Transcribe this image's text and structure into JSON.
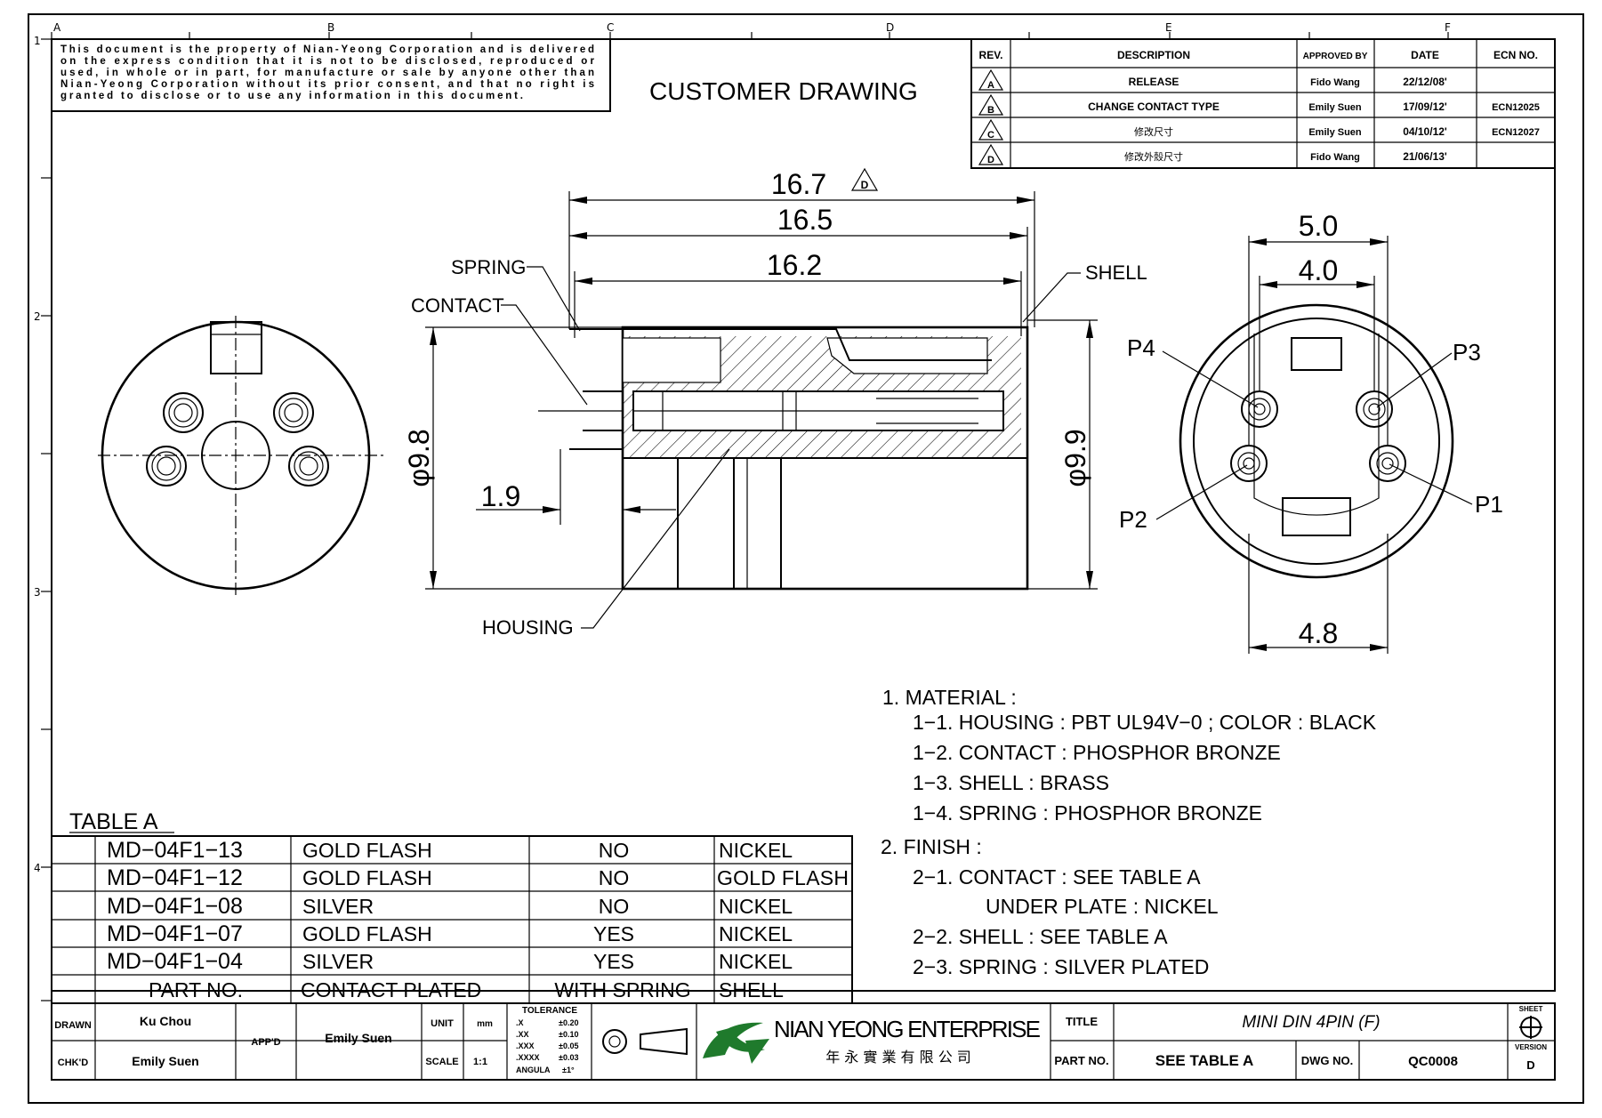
{
  "frame": {
    "col_letters": [
      "A",
      "B",
      "C",
      "D",
      "E",
      "F"
    ],
    "row_numbers": [
      "1",
      "2",
      "3",
      "4"
    ]
  },
  "notice": {
    "lines": [
      "This document is the property of Nian-Yeong Corporation and is delivered",
      "on  the  express condition that it is not to be disclosed, reproduced or",
      "used, in whole or in part, for manufacture or sale by anyone other than",
      "Nian-Yeong Corporation without  its prior consent, and that  no right  is",
      "granted to disclose or to use any information in this  document."
    ]
  },
  "drawing_title": "CUSTOMER  DRAWING",
  "revisions": {
    "headers": [
      "REV.",
      "DESCRIPTION",
      "APPROVED BY",
      "DATE",
      "ECN NO."
    ],
    "rows": [
      {
        "rev": "A",
        "description": "RELEASE",
        "approved_by": "Fido Wang",
        "date": "22/12/08'",
        "ecn": ""
      },
      {
        "rev": "B",
        "description": "CHANGE CONTACT TYPE",
        "approved_by": "Emily Suen",
        "date": "17/09/12'",
        "ecn": "ECN12025"
      },
      {
        "rev": "C",
        "description": "修改尺寸",
        "approved_by": "Emily Suen",
        "date": "04/10/12'",
        "ecn": "ECN12027"
      },
      {
        "rev": "D",
        "description": "修改外殼尺寸",
        "approved_by": "Fido Wang",
        "date": "21/06/13'",
        "ecn": ""
      }
    ]
  },
  "side_view": {
    "dims": {
      "overall_d": "16.7",
      "overall_d_rev": "D",
      "overall": "16.5",
      "inner": "16.2",
      "offset": "1.9",
      "dia_left": "φ9.8",
      "dia_right": "φ9.9"
    },
    "labels": {
      "spring": "SPRING",
      "contact": "CONTACT",
      "shell": "SHELL",
      "housing": "HOUSING"
    }
  },
  "front_view": {
    "dims": {
      "top_outer": "5.0",
      "top_inner": "4.0",
      "bottom": "4.8"
    },
    "pins": {
      "p1": "P1",
      "p2": "P2",
      "p3": "P3",
      "p4": "P4"
    }
  },
  "notes": [
    "1.  MATERIAL  :",
    "1−1.  HOUSING  :  PBT  UL94V−0  ;  COLOR  :  BLACK",
    "1−2.  CONTACT  :  PHOSPHOR  BRONZE",
    "1−3.  SHELL  :  BRASS",
    "1−4.  SPRING  :  PHOSPHOR  BRONZE",
    "2.  FINISH  :",
    "2−1.  CONTACT  :  SEE  TABLE  A",
    "UNDER  PLATE  :  NICKEL",
    "2−2.  SHELL  :  SEE  TABLE  A",
    "2−3.  SPRING  :  SILVER  PLATED"
  ],
  "table_a": {
    "title": "TABLE  A",
    "headers": [
      "PART  NO.",
      "CONTACT  PLATED",
      "WITH  SPRING",
      "SHELL"
    ],
    "rows": [
      [
        "MD−04F1−13",
        "GOLD  FLASH",
        "NO",
        "NICKEL"
      ],
      [
        "MD−04F1−12",
        "GOLD  FLASH",
        "NO",
        "GOLD  FLASH"
      ],
      [
        "MD−04F1−08",
        "SILVER",
        "NO",
        "NICKEL"
      ],
      [
        "MD−04F1−07",
        "GOLD  FLASH",
        "YES",
        "NICKEL"
      ],
      [
        "MD−04F1−04",
        "SILVER",
        "YES",
        "NICKEL"
      ]
    ]
  },
  "title_block": {
    "drawn_label": "DRAWN",
    "drawn_by": "Ku Chou",
    "checked_label": "CHK'D",
    "checked_by": "Emily Suen",
    "approved_label": "APP'D",
    "approved_by": "Emily Suen",
    "unit_label": "UNIT",
    "unit": "mm",
    "scale_label": "SCALE",
    "scale": "1:1",
    "tolerance_label": "TOLERANCE",
    "tolerances": [
      {
        "fmt": ".X",
        "val": "±0.20"
      },
      {
        "fmt": ".XX",
        "val": "±0.10"
      },
      {
        "fmt": ".XXX",
        "val": "±0.05"
      },
      {
        "fmt": ".XXXX",
        "val": "±0.03"
      },
      {
        "fmt": "ANGULA",
        "val": "±1°"
      }
    ],
    "company": "NIAN YEONG ENTERPRISE",
    "company_chinese": "年 永 實 業 有 限 公 司",
    "title_label": "TITLE",
    "title": "MINI DIN 4PIN (F)",
    "part_no_label": "PART NO.",
    "part_no": "SEE  TABLE  A",
    "dwg_no_label": "DWG NO.",
    "dwg_no": "QC0008",
    "sheet_label": "SHEET",
    "version_label": "VERSION",
    "version": "D"
  }
}
